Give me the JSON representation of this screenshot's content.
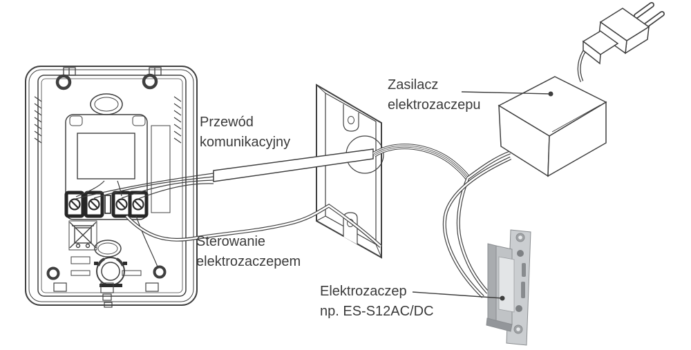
{
  "diagram": {
    "labels": {
      "communication_cable_line1": "Przewód",
      "communication_cable_line2": "komunikacyjny",
      "strike_control_line1": "Sterowanie",
      "strike_control_line2": "elektrozaczepem",
      "psu_line1": "Zasilacz",
      "psu_line2": "elektrozaczepu",
      "strike_line1": "Elektrozaczep",
      "strike_line2": "np. ES-S12AC/DC"
    },
    "colors": {
      "line": "#3f3f3f",
      "text": "#3a3a3a",
      "strike_plate": "#cbced1",
      "strike_body": "#c0c3c6",
      "strike_side": "#a9acaf",
      "strike_keeper": "#e3e5e7",
      "strike_dark": "#7e8184"
    }
  }
}
